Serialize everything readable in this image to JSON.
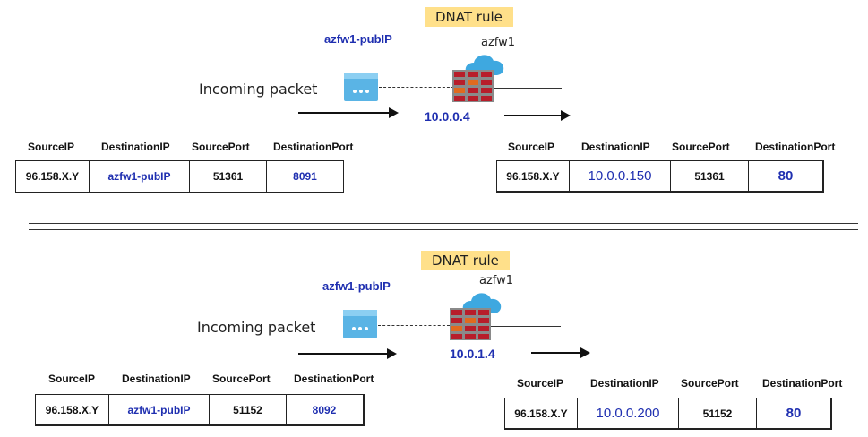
{
  "top": {
    "rule_label": "DNAT rule",
    "public_ip_label": "azfw1-pubIP",
    "firewall_label": "azfw1",
    "incoming_label": "Incoming packet",
    "firewall_ip": "10.0.0.4",
    "headers": [
      "SourceIP",
      "DestinationIP",
      "SourcePort",
      "DestinationPort"
    ],
    "incoming": [
      "96.158.X.Y",
      "azfw1-pubIP",
      "51361",
      "8091"
    ],
    "translated": [
      "96.158.X.Y",
      "10.0.0.150",
      "51361",
      "80"
    ]
  },
  "bottom": {
    "rule_label": "DNAT rule",
    "public_ip_label": "azfw1-pubIP",
    "firewall_label": "azfw1",
    "incoming_label": "Incoming packet",
    "firewall_ip": "10.0.1.4",
    "headers": [
      "SourceIP",
      "DestinationIP",
      "SourcePort",
      "DestinationPort"
    ],
    "incoming": [
      "96.158.X.Y",
      "azfw1-pubIP",
      "51152",
      "8092"
    ],
    "translated": [
      "96.158.X.Y",
      "10.0.0.200",
      "51152",
      "80"
    ]
  },
  "colors": {
    "accent_blue": "#1f2fb0",
    "rule_badge": "#ffe08a",
    "cloud": "#3ea8e0",
    "firewall_brick": "#b81d2a",
    "ip_icon": "#5ab4e5"
  }
}
